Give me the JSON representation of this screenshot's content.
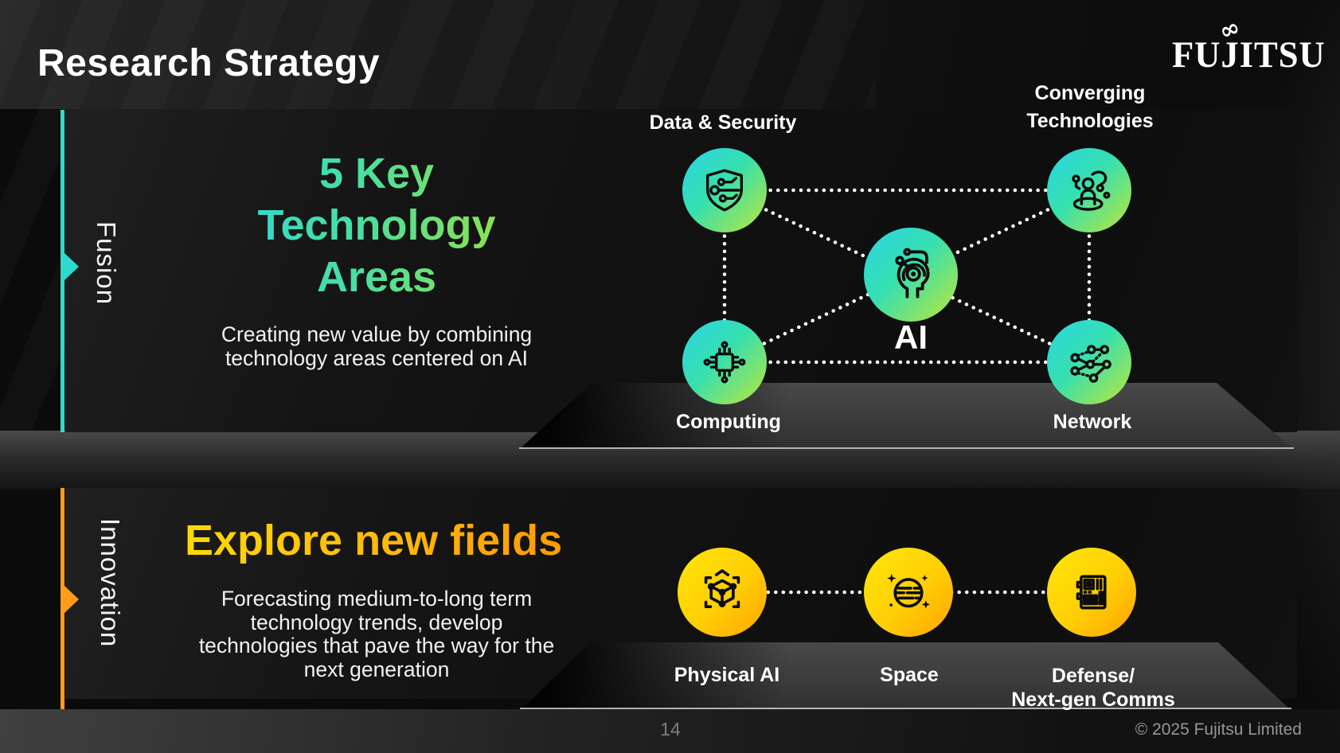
{
  "slide": {
    "title": "Research Strategy",
    "logo_text": "FUJITSU",
    "logo_infinity_glyph": "∞",
    "page_number": "14",
    "copyright": "© 2025 Fujitsu Limited",
    "colors": {
      "fusion_accent": "#2ed9ce",
      "innovation_accent": "#ff9c1a",
      "fusion_text_gradient": [
        "#2cd6e0",
        "#a8e034"
      ],
      "innovation_text_gradient": [
        "#ffd903",
        "#ff9b00"
      ],
      "fusion_node_gradient": [
        "#2bd4e6",
        "#bfe637"
      ],
      "innovation_node_gradient": [
        "#ffe70a",
        "#ffa302"
      ]
    }
  },
  "fusion": {
    "side_label": "Fusion",
    "heading_lines": [
      "5 Key",
      "Technology",
      "Areas"
    ],
    "description": "Creating new value by combining technology areas centered on AI",
    "nodes": [
      {
        "icon": "shield-circuit-icon",
        "lines": [
          "Data & Security"
        ]
      },
      {
        "icon": "person-network-icon",
        "lines": [
          "Converging",
          "Technologies"
        ]
      },
      {
        "icon": "ai-head-icon",
        "lines": [
          "AI"
        ]
      },
      {
        "icon": "chip-icon",
        "lines": [
          "Computing"
        ]
      },
      {
        "icon": "network-nodes-icon",
        "lines": [
          "Network"
        ]
      }
    ]
  },
  "innovation": {
    "side_label": "Innovation",
    "heading": "Explore new fields",
    "description": "Forecasting medium-to-long term technology trends, develop technologies that pave the way for the next generation",
    "nodes": [
      {
        "icon": "cube-3d-icon",
        "lines": [
          "Physical AI"
        ]
      },
      {
        "icon": "planet-icon",
        "lines": [
          "Space"
        ]
      },
      {
        "icon": "circuit-board-icon",
        "lines": [
          "Defense/",
          "Next-gen Comms"
        ]
      }
    ]
  }
}
